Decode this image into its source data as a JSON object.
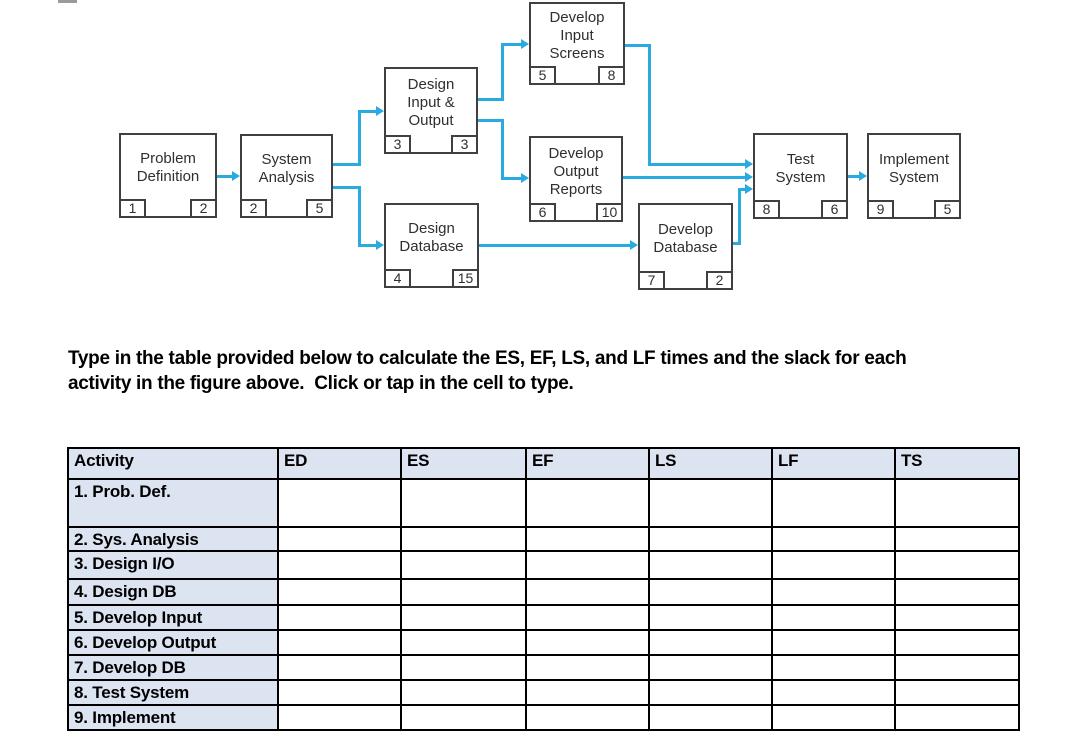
{
  "instructions": {
    "line1": "Type in the table provided below to calculate the ES, EF, LS, and LF times and the slack for each",
    "line2": "activity in the figure above.  Click or tap in the cell to type."
  },
  "diagram": {
    "nodes": [
      {
        "name": "Problem Definition",
        "label": "Problem\nDefinition",
        "activity_number": "1",
        "duration": "2"
      },
      {
        "name": "System Analysis",
        "label": "System\nAnalysis",
        "activity_number": "2",
        "duration": "5"
      },
      {
        "name": "Design Input & Output",
        "label": "Design\nInput &\nOutput",
        "activity_number": "3",
        "duration": "3"
      },
      {
        "name": "Design Database",
        "label": "Design\nDatabase",
        "activity_number": "4",
        "duration": "15"
      },
      {
        "name": "Develop Input Screens",
        "label": "Develop\nInput\nScreens",
        "activity_number": "5",
        "duration": "8"
      },
      {
        "name": "Develop Output Reports",
        "label": "Develop\nOutput\nReports",
        "activity_number": "6",
        "duration": "10"
      },
      {
        "name": "Develop Database",
        "label": "Develop\nDatabase",
        "activity_number": "7",
        "duration": "2"
      },
      {
        "name": "Test System",
        "label": "Test\nSystem",
        "activity_number": "8",
        "duration": "6"
      },
      {
        "name": "Implement System",
        "label": "Implement\nSystem",
        "activity_number": "9",
        "duration": "5"
      }
    ],
    "edges": [
      {
        "from": "1",
        "to": "2"
      },
      {
        "from": "2",
        "to": "3"
      },
      {
        "from": "2",
        "to": "4"
      },
      {
        "from": "3",
        "to": "5"
      },
      {
        "from": "3",
        "to": "6"
      },
      {
        "from": "4",
        "to": "7"
      },
      {
        "from": "5",
        "to": "8"
      },
      {
        "from": "6",
        "to": "8"
      },
      {
        "from": "7",
        "to": "8"
      },
      {
        "from": "8",
        "to": "9"
      }
    ]
  },
  "table": {
    "columns": [
      "Activity",
      "ED",
      "ES",
      "EF",
      "LS",
      "LF",
      "TS"
    ],
    "rows": [
      {
        "label": "1. Prob. Def.",
        "values": [
          "",
          "",
          "",
          "",
          "",
          ""
        ]
      },
      {
        "label": "2. Sys. Analysis",
        "values": [
          "",
          "",
          "",
          "",
          "",
          ""
        ]
      },
      {
        "label": "3. Design I/O",
        "values": [
          "",
          "",
          "",
          "",
          "",
          ""
        ]
      },
      {
        "label": "4. Design DB",
        "values": [
          "",
          "",
          "",
          "",
          "",
          ""
        ]
      },
      {
        "label": "5. Develop Input",
        "values": [
          "",
          "",
          "",
          "",
          "",
          ""
        ]
      },
      {
        "label": "6. Develop Output",
        "values": [
          "",
          "",
          "",
          "",
          "",
          ""
        ]
      },
      {
        "label": "7. Develop DB",
        "values": [
          "",
          "",
          "",
          "",
          "",
          ""
        ]
      },
      {
        "label": "8. Test System",
        "values": [
          "",
          "",
          "",
          "",
          "",
          ""
        ]
      },
      {
        "label": "9. Implement",
        "values": [
          "",
          "",
          "",
          "",
          "",
          ""
        ]
      }
    ]
  },
  "colors": {
    "accent": "#29ABE2",
    "box_border": "#404040",
    "table_header_bg": "#dce4f2"
  }
}
